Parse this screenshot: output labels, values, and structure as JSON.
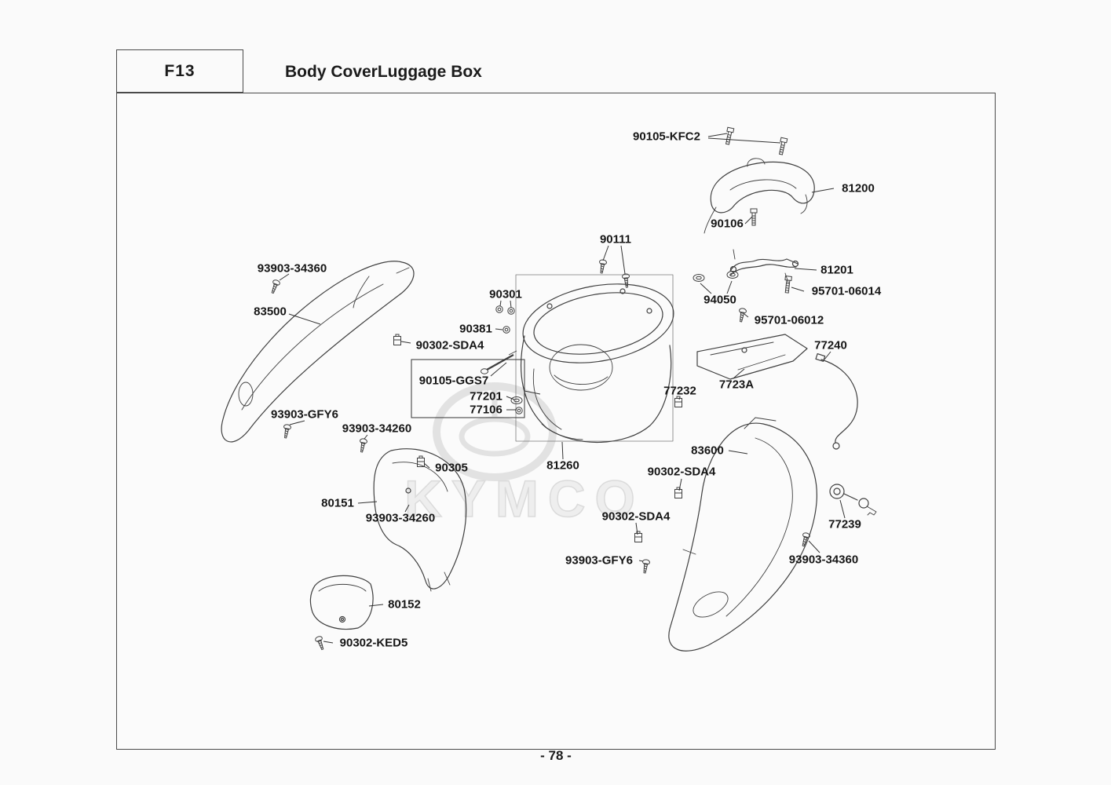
{
  "header": {
    "code": "F13",
    "title": "Body CoverLuggage Box"
  },
  "footer": {
    "page_number": "- 78 -"
  },
  "watermark": {
    "brand": "KYMCO"
  },
  "labels": [
    {
      "text": "90105-KFC2"
    },
    {
      "text": "81200"
    },
    {
      "text": "90106"
    },
    {
      "text": "90111"
    },
    {
      "text": "81201"
    },
    {
      "text": "93903-34360"
    },
    {
      "text": "95701-06014"
    },
    {
      "text": "94050"
    },
    {
      "text": "90301"
    },
    {
      "text": "83500"
    },
    {
      "text": "90381"
    },
    {
      "text": "95701-06012"
    },
    {
      "text": "90302-SDA4"
    },
    {
      "text": "77240"
    },
    {
      "text": "90105-GGS7"
    },
    {
      "text": "77201"
    },
    {
      "text": "77106"
    },
    {
      "text": "77232"
    },
    {
      "text": "7723A"
    },
    {
      "text": "93903-GFY6"
    },
    {
      "text": "93903-34260"
    },
    {
      "text": "90305"
    },
    {
      "text": "81260"
    },
    {
      "text": "83600"
    },
    {
      "text": "90302-SDA4"
    },
    {
      "text": "80151"
    },
    {
      "text": "93903-34260"
    },
    {
      "text": "90302-SDA4"
    },
    {
      "text": "77239"
    },
    {
      "text": "93903-GFY6"
    },
    {
      "text": "93903-34360"
    },
    {
      "text": "80152"
    },
    {
      "text": "90302-KED5"
    }
  ]
}
